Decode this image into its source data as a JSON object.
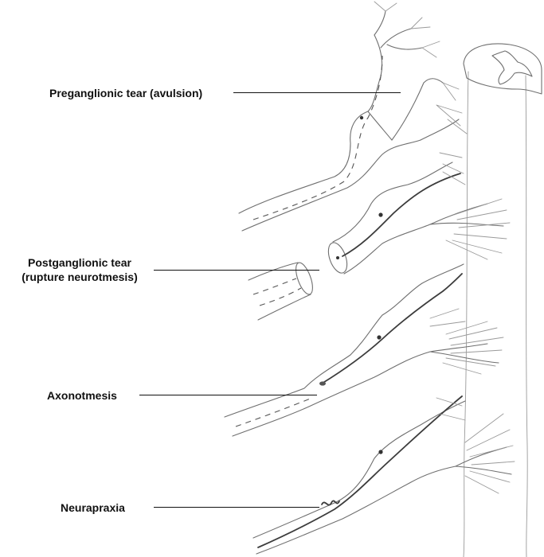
{
  "labels": {
    "preganglionic": "Preganglionic tear (avulsion)",
    "postganglionic_line1": "Postganglionic tear",
    "postganglionic_line2": "(rupture neurotmesis)",
    "axonotmesis": "Axonotmesis",
    "neurapraxia": "Neurapraxia"
  },
  "colors": {
    "text": "#111111",
    "pencil": "#6f6f6f",
    "axon": "#3c3c3c"
  }
}
